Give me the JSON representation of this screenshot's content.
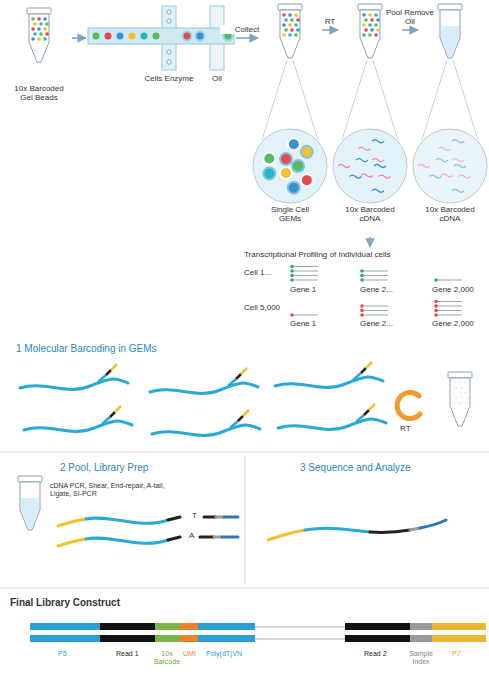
{
  "diagram": {
    "nodes": [
      {
        "text": [
          "10x Barcoded Gel Beads"
        ]
      },
      {
        "text": [
          "Cells Enzyme",
          "Oil"
        ]
      },
      {
        "text": [
          "Single Cell GEMs"
        ]
      },
      {
        "text": [
          "10x Barcoded cDNA"
        ]
      },
      {
        "text": [
          "10x Barcoded cDNA"
        ]
      },
      {
        "text": [
          "Transcriptional Profiling of Individual cells"
        ]
      }
    ],
    "edges": [
      {
        "from": 0,
        "to": 1,
        "arrow": "to"
      },
      {
        "from": 1,
        "to": 2,
        "label": "Collect",
        "arrow": "to"
      },
      {
        "from": 2,
        "to": 3,
        "label": "RT",
        "arrow": "to"
      },
      {
        "from": 3,
        "to": 4,
        "label": "Pool Remove Oil",
        "arrow": "to"
      },
      {
        "from": 3,
        "to": 5,
        "arrow": "to"
      }
    ],
    "labels": [
      "Cell 1...",
      "Gene 1",
      "Gene 2...",
      "Gene 2,000",
      "Cell 5,000",
      "Gene 1",
      "Gene 2...",
      "Gene 2,000",
      "1 Molecular Barcoding in GEMs",
      "RT",
      "2 Pool, Library Prep",
      "cDNA PCR, Shear, End-repair, A-tail, Ligate, SI-PCR",
      "T",
      "A",
      "3 Sequence and Analyze",
      "Final Library Construct",
      "P5",
      "Read 1",
      "10x Barcode",
      "UMI",
      "Poly(dT)VN",
      "Read 2",
      "Sample Index",
      "P7"
    ]
  }
}
